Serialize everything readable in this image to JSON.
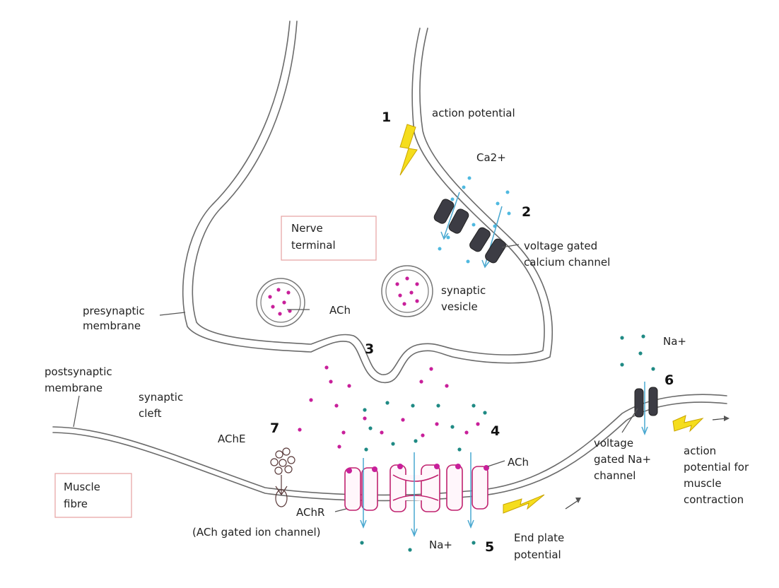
{
  "labels": {
    "action_potential": "action potential",
    "ca": "Ca2+",
    "voltage_ca_1": "voltage gated",
    "voltage_ca_2": "calcium channel",
    "nerve_terminal_1": "Nerve",
    "nerve_terminal_2": "terminal",
    "presynaptic_1": "presynaptic",
    "presynaptic_2": "membrane",
    "ach_vesicle": "ACh",
    "synaptic_vesicle_1": "synaptic",
    "synaptic_vesicle_2": "vesicle",
    "na_top": "Na+",
    "postsynaptic_1": "postsynaptic",
    "postsynaptic_2": "membrane",
    "cleft_1": "synaptic",
    "cleft_2": "cleft",
    "ache": "AChE",
    "ach_receptor": "ACh",
    "muscle_1": "Muscle",
    "muscle_2": "fibre",
    "achr": "AChR",
    "achr_desc": "(ACh gated ion channel)",
    "na_bottom": "Na+",
    "end_plate_1": "End plate",
    "end_plate_2": "potential",
    "na_channel_1": "voltage",
    "na_channel_2": "gated Na+",
    "na_channel_3": "channel",
    "muscle_ap_1": "action",
    "muscle_ap_2": "potential for",
    "muscle_ap_3": "muscle",
    "muscle_ap_4": "contraction"
  },
  "steps": [
    "1",
    "2",
    "3",
    "4",
    "5",
    "6",
    "7"
  ],
  "colors": {
    "acetylcholine": "#c81f9a",
    "calcium": "#4fb9e0",
    "sodium": "#1f8a84",
    "lightning": "#f5dd1d",
    "channel": "#3c3c44",
    "receptor": "#c0226f"
  }
}
